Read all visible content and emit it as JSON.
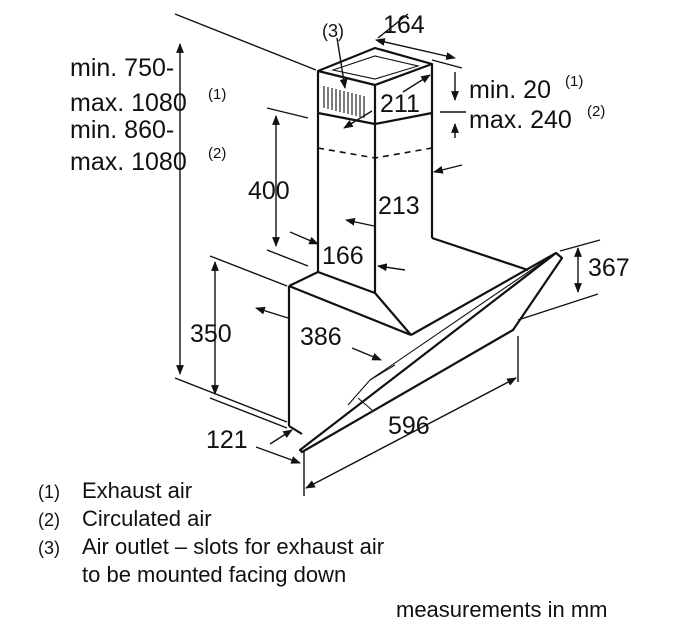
{
  "dimensions": {
    "chimney_height_line1": "min. 750-",
    "chimney_height_line2": "max. 1080",
    "chimney_height_ref": "(1)",
    "chimney_height_alt_line1": "min. 860-",
    "chimney_height_alt_line2": "max. 1080",
    "chimney_height_alt_ref": "(2)",
    "offset_min": "min. 20",
    "offset_min_ref": "(1)",
    "offset_max": "max. 240",
    "offset_max_ref": "(2)",
    "outlet_ref": "(3)",
    "chimney_top_depth": "164",
    "chimney_top_width": "211",
    "chimney_lower_width": "213",
    "chimney_lower_depth": "166",
    "chimney_lower_height": "400",
    "hood_height": "350",
    "hood_depth": "386",
    "glass_height": "367",
    "hood_width": "596",
    "hood_front_offset": "121"
  },
  "legend": [
    {
      "number": "(1)",
      "text": "Exhaust air"
    },
    {
      "number": "(2)",
      "text": "Circulated air"
    },
    {
      "number": "(3)",
      "text": "Air outlet – slots for exhaust air",
      "text2": "to be mounted facing down"
    }
  ],
  "units_note": "measurements in mm"
}
